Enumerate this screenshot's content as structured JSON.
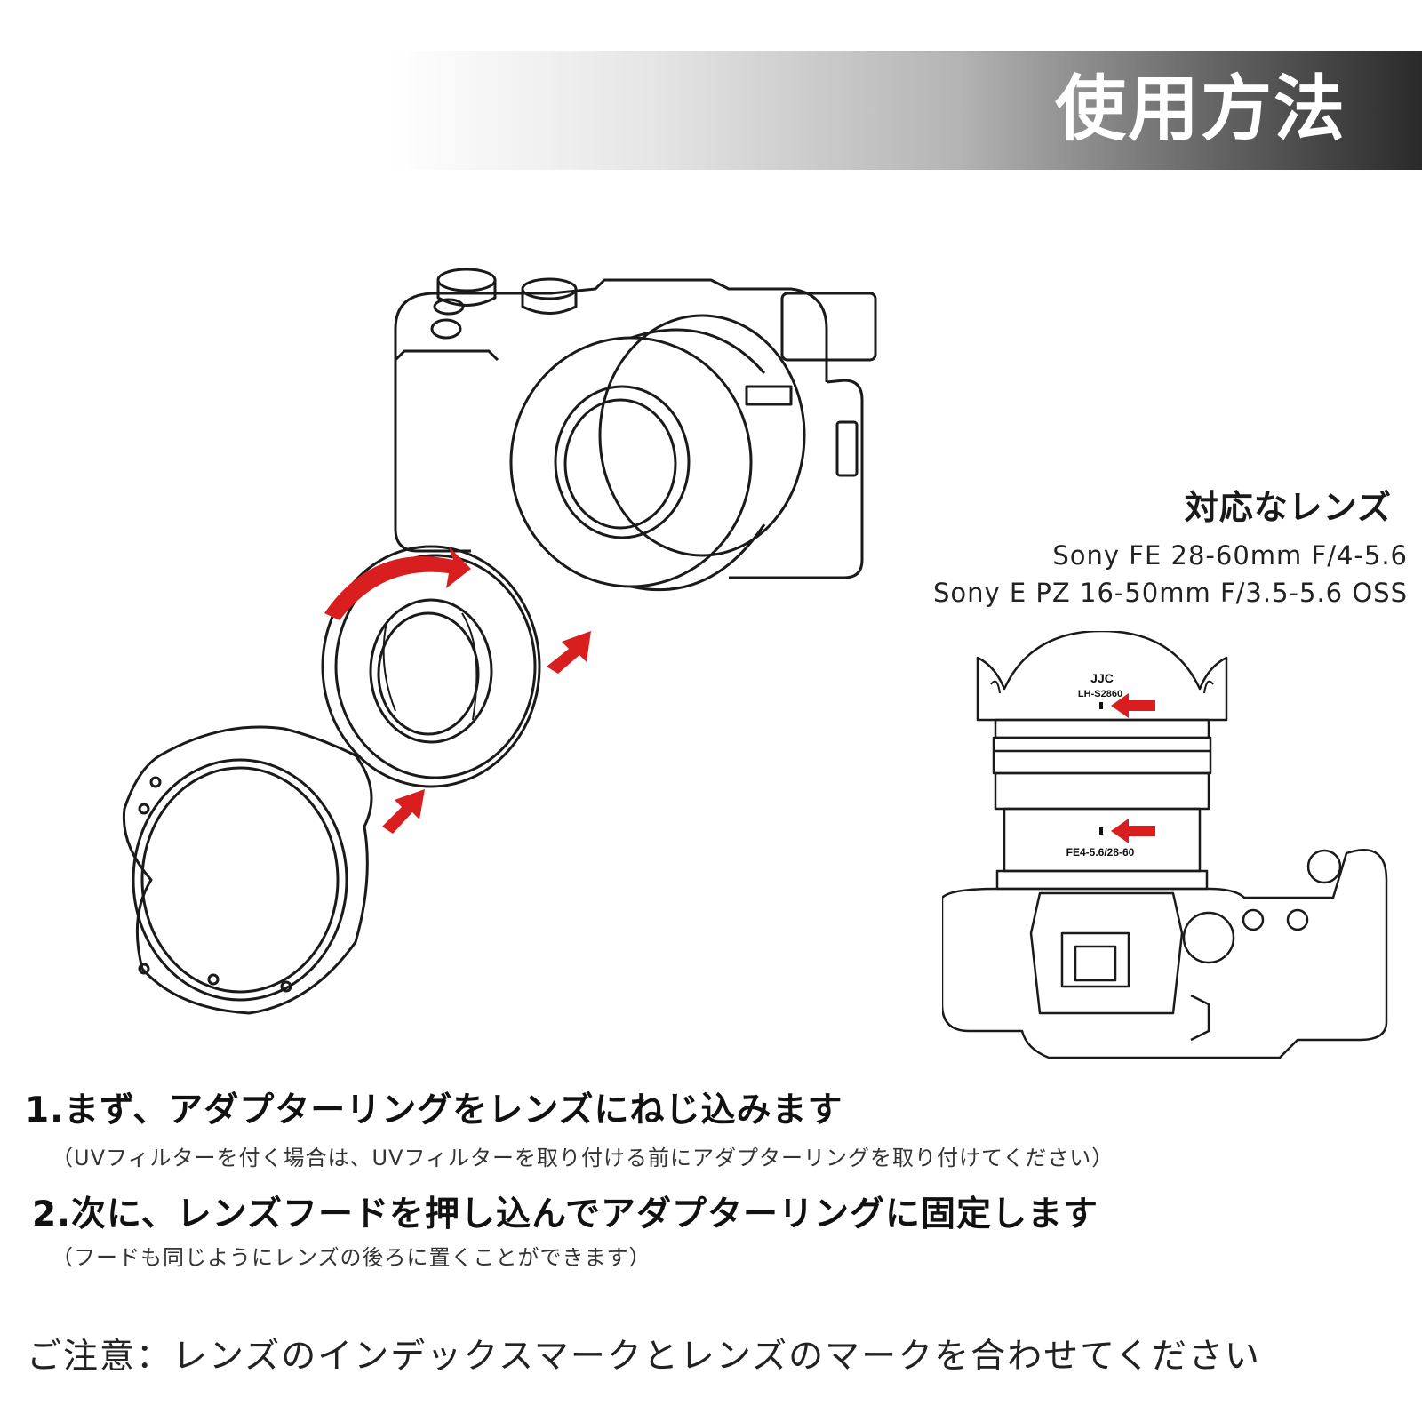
{
  "header": {
    "title": "使用方法"
  },
  "compatible": {
    "title": "対応なレンズ",
    "lenses": [
      "Sony FE 28-60mm F/4-5.6",
      "Sony E PZ 16-50mm F/3.5-5.6 OSS"
    ]
  },
  "diagram": {
    "brand": "JJC",
    "hood_model": "LH-S2860",
    "lens_mark": "FE4-5.6/28-60"
  },
  "steps": [
    {
      "title": "1.まず、アダプターリングをレンズにねじ込みます",
      "note": "（UVフィルターを付く場合は、UVフィルターを取り付ける前にアダプターリングを取り付けてください）"
    },
    {
      "title": "2.次に、レンズフードを押し込んでアダプターリングに固定します",
      "note": "（フードも同じようにレンズの後ろに置くことができます）"
    }
  ],
  "caution": "ご注意：レンズのインデックスマークとレンズのマークを合わせてください",
  "colors": {
    "arrow_red": "#d81e1e",
    "line": "#1a1a1a"
  }
}
